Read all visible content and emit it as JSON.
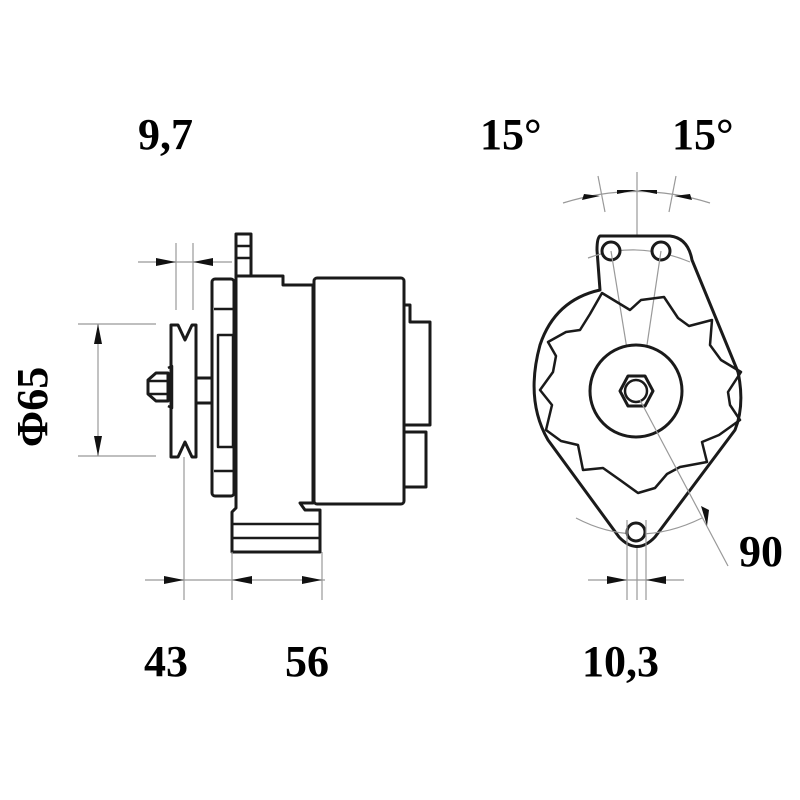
{
  "drawing": {
    "subject": "alternator technical drawing",
    "views": [
      "side-view",
      "front-view"
    ]
  },
  "dimensions": {
    "pulley_offset": "9,7",
    "pulley_diameter": "Φ65",
    "mount_distance_a": "43",
    "mount_distance_b": "56",
    "angle_left": "15°",
    "angle_right": "15°",
    "bolt_radius": "90",
    "lower_lug_width": "10,3"
  },
  "colors": {
    "line": "#1a1a1a",
    "dimension_line": "#999999",
    "background": "#ffffff"
  }
}
